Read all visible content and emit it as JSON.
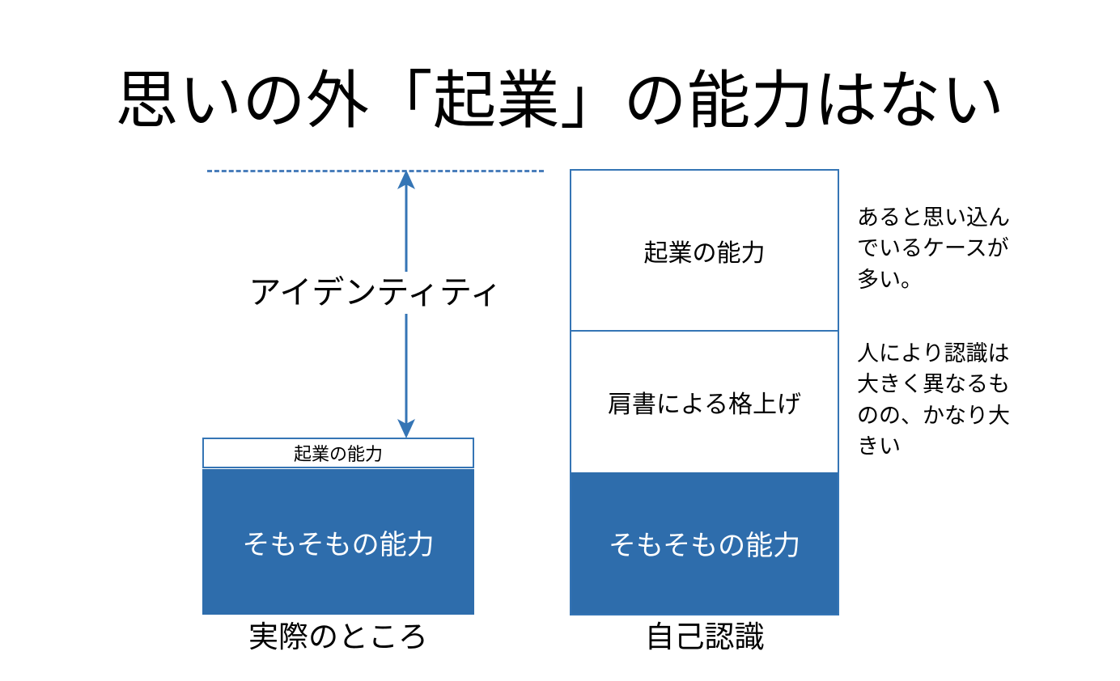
{
  "slide": {
    "title": "思いの外「起業」の能力はない",
    "background_color": "#FFFFFF",
    "accent_blue": "#2E6DAC",
    "outline_blue": "#3575B5",
    "dash_blue": "#4A7EBB"
  },
  "left_column": {
    "label": "実際のところ",
    "potential_line_style": "dashed",
    "arrow_label": "アイデンティティ",
    "segments": [
      {
        "name": "起業の能力",
        "fill": "white",
        "share": 0.17
      },
      {
        "name": "そもそもの能力",
        "fill": "blue",
        "share": 0.83
      }
    ]
  },
  "right_column": {
    "label": "自己認識",
    "segments": [
      {
        "name": "起業の能力",
        "fill": "white",
        "share": 0.36
      },
      {
        "name": "肩書による格上げ",
        "fill": "white",
        "share": 0.32
      },
      {
        "name": "そもそもの能力",
        "fill": "blue",
        "share": 0.32
      }
    ]
  },
  "annotations": [
    {
      "id": "top",
      "text": "あると思い込ん\nでいるケースが\n多い。"
    },
    {
      "id": "bottom",
      "text": "人により認識は\n大きく異なるも\nのの、かなり大\nきい"
    }
  ],
  "chart_data": {
    "type": "bar",
    "title": "思いの外「起業」の能力はない",
    "categories": [
      "実際のところ",
      "自己認識"
    ],
    "series": [
      {
        "name": "そもそもの能力",
        "values": [
          180,
          175
        ],
        "color": "#2E6DAC"
      },
      {
        "name": "肩書による格上げ",
        "values": [
          0,
          176
        ],
        "color": "#FFFFFF"
      },
      {
        "name": "起業の能力",
        "values": [
          38,
          197
        ],
        "color": "#FFFFFF"
      }
    ],
    "annotations": [
      "アイデンティティ",
      "あると思い込んでいるケースが多い。",
      "人により認識は大きく異なるものの、かなり大きい"
    ],
    "xlabel": "",
    "ylabel": "",
    "grid": false,
    "legend": "none"
  }
}
